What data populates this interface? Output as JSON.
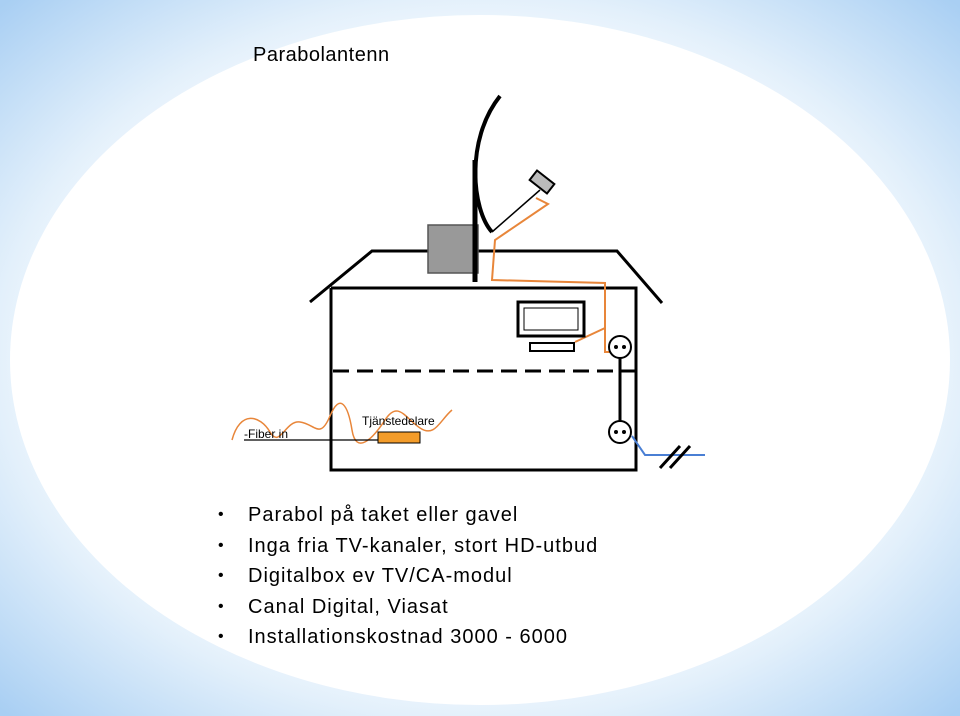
{
  "slide": {
    "title": "Parabolantenn"
  },
  "diagram": {
    "labels": {
      "fiber_in": "-Fiber in",
      "service_provider": "Tjänstedelare"
    },
    "colors": {
      "signal_cable": "#e8863a",
      "blue_cable": "#4a7fd4",
      "provider_box": "#f39c2a",
      "dish_box": "#999999",
      "background_glow": "#a9cff3"
    }
  },
  "bullets": [
    "Parabol på taket eller gavel",
    "Inga fria TV-kanaler, stort HD-utbud",
    "Digitalbox ev TV/CA-modul",
    "Canal Digital, Viasat",
    "Installationskostnad 3000 - 6000"
  ]
}
